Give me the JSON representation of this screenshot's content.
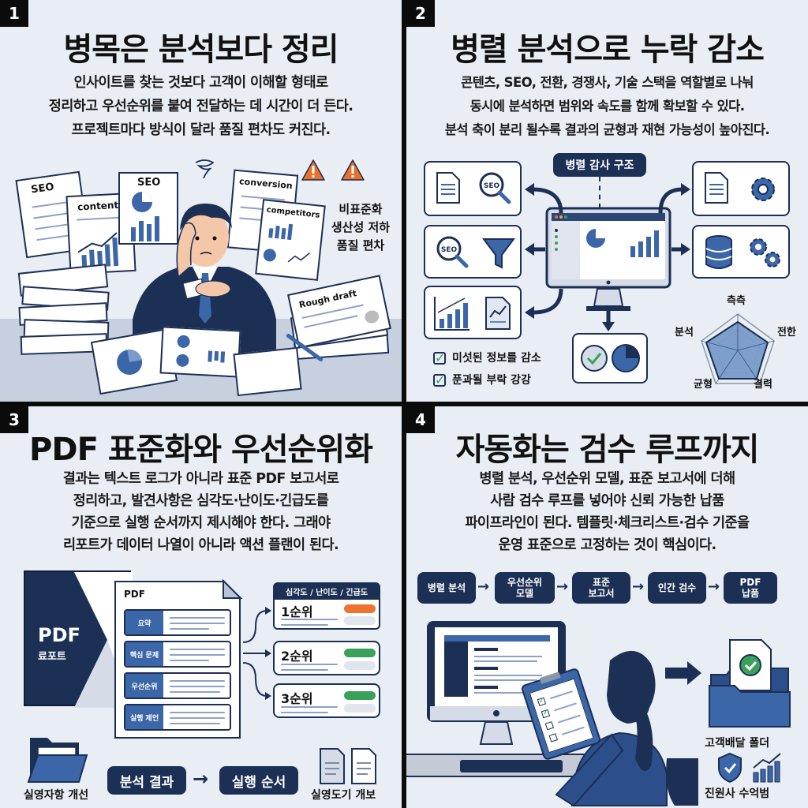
{
  "panels": [
    {
      "number": "1",
      "title": "병목은 분석보다 정리",
      "description": [
        "인사이트를 찾는 것보다 고객이 이해할 형태로",
        "정리하고 우선순위를 붙여 전달하는 데 시간이 더 든다.",
        "프로젝트마다 방식이 달라 품질 편차도 커진다."
      ],
      "illustration": {
        "documents": [
          "SEO",
          "content",
          "SEO",
          "conversion",
          "competitors",
          "Rough draft"
        ],
        "warning_icons": [
          "warning-icon",
          "warning-icon"
        ],
        "warning_color": "#e8702a",
        "issues": [
          "비표준화",
          "생산성 저하",
          "품질 편차"
        ]
      }
    },
    {
      "number": "2",
      "title": "병렬 분석으로 누락 감소",
      "description": [
        "콘텐츠, SEO, 전환, 경쟁사, 기술 스택을 역할별로 나눠",
        "동시에 분석하면 범위와 속도를 함께 확보할 수 있다.",
        "분석 축이 분리 될수록 결과의 균형과 재현 가능성이 높아진다."
      ],
      "illustration": {
        "header_label": "병렬 감사 구조",
        "left_modules": [
          {
            "icons": [
              "document-icon",
              "seo-magnifier-icon"
            ],
            "seo_text": "SEO"
          },
          {
            "icons": [
              "seo-magnifier-icon",
              "funnel-icon"
            ],
            "seo_text": "SEO"
          },
          {
            "icons": [
              "bar-chart-icon",
              "trend-document-icon"
            ]
          }
        ],
        "right_modules": [
          {
            "icons": [
              "document-icon",
              "gear-icon"
            ]
          },
          {
            "icons": [
              "database-icon",
              "gears-icon"
            ]
          }
        ],
        "output_icons": [
          "check-circle-icon",
          "pie-chart-icon"
        ],
        "checklist": [
          "미섯된 정보를 감소",
          "푼과될 부락 강강"
        ],
        "radar_labels": [
          "측측",
          "전한",
          "결력",
          "균형",
          "분석"
        ]
      }
    },
    {
      "number": "3",
      "title": "PDF 표준화와 우선순위화",
      "description": [
        "결과는 텍스트 로그가 아니라 표준 PDF 보고서로",
        "정리하고, 발견사항은 심각도·난이도·긴급도를",
        "기준으로 실행 순서까지 제시해야 한다. 그래야",
        "리포트가 데이터 나열이 아니라 액션 플랜이 된다."
      ],
      "illustration": {
        "cover_title": "PDF",
        "cover_subtitle": "료포트",
        "doc_header": "PDF",
        "sections": [
          "요약",
          "핵심 문제",
          "우선순위",
          "실행 제언"
        ],
        "priority_header": "심각도 / 난이도 / 긴급도",
        "priorities": [
          {
            "label": "1순위",
            "color": "#ee7430"
          },
          {
            "label": "2순위",
            "color": "#3aa15a"
          },
          {
            "label": "3순위",
            "color": "#3aa15a"
          }
        ],
        "flow": {
          "from": "분석 결과",
          "to": "실행 순서"
        },
        "folder_caption": "실영자항 개선",
        "docs_caption": "실영도기 개보"
      }
    },
    {
      "number": "4",
      "title": "자동화는 검수 루프까지",
      "description": [
        "병렬 분석, 우선순위 모델, 표준 보고서에 더해",
        "사람 검수 루프를 넣어야 신뢰 가능한 납품",
        "파이프라인이 된다. 템플릿·체크리스트·검수 기준을",
        "운영 표준으로 고정하는 것이 핵심이다."
      ],
      "illustration": {
        "pipeline": [
          [
            "병렬 분석"
          ],
          [
            "우선순위",
            "모델"
          ],
          [
            "표준",
            "보고서"
          ],
          [
            "인간 검수"
          ],
          [
            "PDF",
            "납품"
          ]
        ],
        "folder_caption": "고객배달 폴더",
        "bottom_caption": "진원사 수억범"
      }
    }
  ],
  "colors": {
    "navy": "#1c2f55",
    "blue": "#3b67a8",
    "panel_bg": "#e9eef5",
    "orange": "#ee7430",
    "green": "#3aa15a"
  }
}
